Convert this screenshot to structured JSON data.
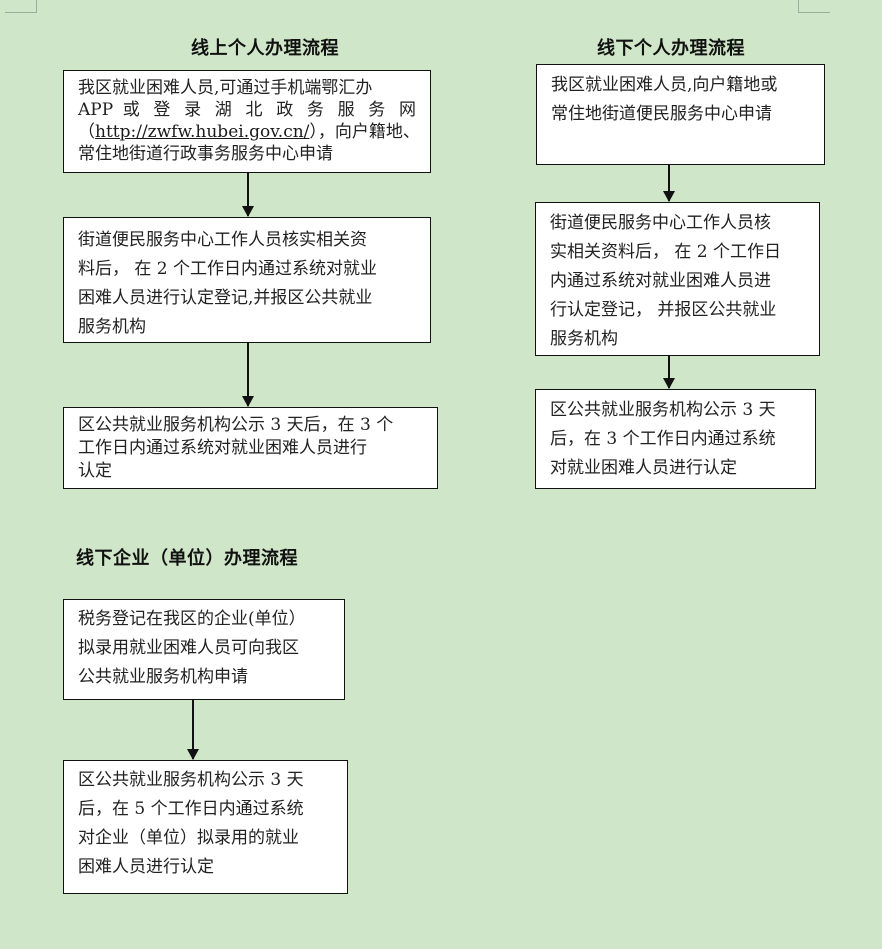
{
  "online_personal": {
    "title": "线上个人办理流程",
    "steps": [
      {
        "lines": [
          "我区就业困难人员,可通过手机端鄂汇办",
          "APP 或 登 录 湖 北 政 务 服 务 网",
          "（",
          "http://zwfw.hubei.gov.cn/",
          "），向户籍地、",
          "常住地街道行政事务服务中心申请"
        ]
      },
      {
        "lines": [
          "街道便民服务中心工作人员核实相关资",
          "料后， 在 2 个工作日内通过系统对就业",
          "困难人员进行认定登记,并报区公共就业",
          "服务机构"
        ]
      },
      {
        "lines": [
          "区公共就业服务机构公示 3 天后，在 3 个",
          "工作日内通过系统对就业困难人员进行",
          "认定"
        ]
      }
    ]
  },
  "offline_personal": {
    "title": "线下个人办理流程",
    "steps": [
      {
        "lines": [
          "我区就业困难人员,向户籍地或",
          "常住地街道便民服务中心申请"
        ]
      },
      {
        "lines": [
          "街道便民服务中心工作人员核",
          "实相关资料后， 在 2 个工作日",
          "内通过系统对就业困难人员进",
          "行认定登记， 并报区公共就业",
          "服务机构"
        ]
      },
      {
        "lines": [
          "区公共就业服务机构公示 3 天",
          "后，在 3 个工作日内通过系统",
          "对就业困难人员进行认定"
        ]
      }
    ]
  },
  "offline_enterprise": {
    "title": "线下企业（单位）办理流程",
    "steps": [
      {
        "lines": [
          "税务登记在我区的企业(单位）",
          "拟录用就业困难人员可向我区",
          "公共就业服务机构申请"
        ]
      },
      {
        "lines": [
          "区公共就业服务机构公示 3 天",
          "后，在 5 个工作日内通过系统",
          "对企业（单位）拟录用的就业",
          "困难人员进行认定"
        ]
      }
    ]
  },
  "icons": {
    "arrow": "arrow-down-icon"
  },
  "colors": {
    "page_background": "#cfe6c8",
    "box_background": "#ffffff",
    "border": "#111111"
  }
}
